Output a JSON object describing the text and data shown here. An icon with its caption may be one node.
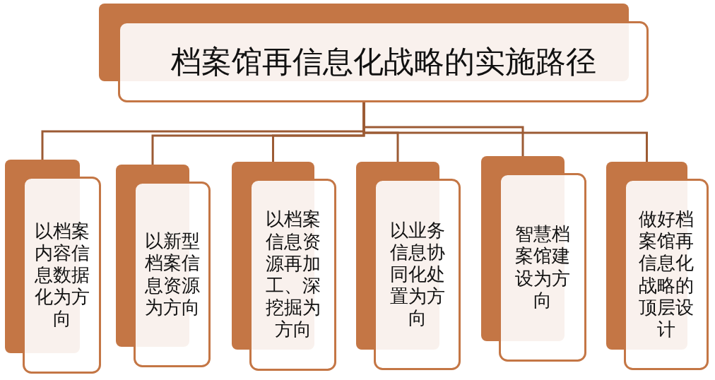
{
  "diagram": {
    "nodes": [
      {
        "text": [
          "档案馆再信息化战略的实施路径"
        ]
      },
      {
        "text": [
          "以档案内容信息数据化为方向"
        ]
      },
      {
        "text": [
          "以新型档案信息资源为方向"
        ]
      },
      {
        "text": [
          "以档案信息资源再加工、深挖掘为方向"
        ]
      },
      {
        "text": [
          "以业务信息协同化处置为方向"
        ]
      },
      {
        "text": [
          "智慧档案馆建设为方向"
        ]
      },
      {
        "text": [
          "做好档案馆再信息化战略的顶层设计"
        ]
      }
    ],
    "edges": [
      {
        "from": 0,
        "to": 1,
        "arrow": "none"
      },
      {
        "from": 0,
        "to": 2,
        "arrow": "none"
      },
      {
        "from": 0,
        "to": 3,
        "arrow": "none"
      },
      {
        "from": 0,
        "to": 4,
        "arrow": "none"
      },
      {
        "from": 0,
        "to": 5,
        "arrow": "none"
      },
      {
        "from": 0,
        "to": 6,
        "arrow": "none"
      }
    ]
  }
}
